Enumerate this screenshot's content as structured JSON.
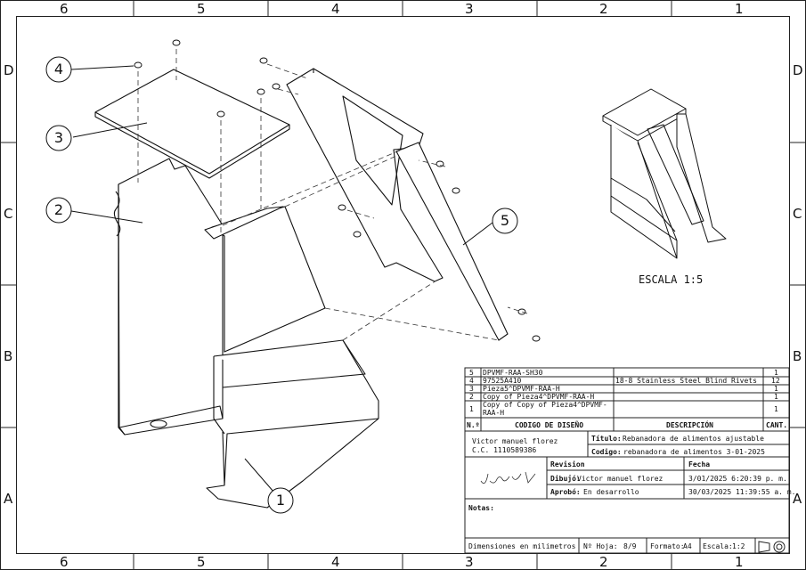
{
  "frame": {
    "cols": [
      "6",
      "5",
      "4",
      "3",
      "2",
      "1"
    ],
    "rows": [
      "D",
      "C",
      "B",
      "A"
    ]
  },
  "balloons": [
    "1",
    "2",
    "3",
    "4",
    "5"
  ],
  "detail_scale": "ESCALA 1:5",
  "bom": {
    "rows": [
      {
        "n": "5",
        "code": "DPVMF-RAA-SH30",
        "desc": "",
        "qty": "1"
      },
      {
        "n": "4",
        "code": "97525A410",
        "desc": "18-8 Stainless Steel Blind Rivets",
        "qty": "12"
      },
      {
        "n": "3",
        "code": "Pieza5^DPVMF-RAA-H",
        "desc": "",
        "qty": "1"
      },
      {
        "n": "2",
        "code": "Copy of Pieza4^DPVMF-RAA-H",
        "desc": "",
        "qty": "1"
      },
      {
        "n": "1",
        "code_l1": "Copy of Copy of Pieza4^DPVMF-",
        "code_l2": "RAA-H",
        "desc": "",
        "qty": "1"
      }
    ],
    "header": {
      "n": "N.º",
      "code": "CODIGO DE DISEÑO",
      "desc": "DESCRIPCIÓN",
      "qty": "CANT."
    }
  },
  "title_block": {
    "author": "Victor manuel florez",
    "cc": "C.C. 1110589386",
    "titulo_label": "Título:",
    "titulo": "Rebanadora de alimentos ajustable",
    "codigo_label": "Codigo:",
    "codigo": "rebanadora de alimentos 3-01-2025",
    "revision_label": "Revision",
    "fecha_label": "Fecha",
    "dibujo_label": "Dibujó:",
    "dibujo": "Victor manuel florez",
    "dibujo_fecha": "3/01/2025 6:20:39 p. m.",
    "aprobo_label": "Aprobó:",
    "aprobo": "En desarrollo",
    "aprobo_fecha": "30/03/2025 11:39:55 a. m.",
    "notas_label": "Notas:",
    "units": "Dimensiones en milimetros",
    "hoja_label": "Nº Hoja:",
    "hoja": "8/9",
    "formato_label": "Formato:",
    "formato": "A4",
    "escala_label": "Escala:",
    "escala": "1:2"
  }
}
